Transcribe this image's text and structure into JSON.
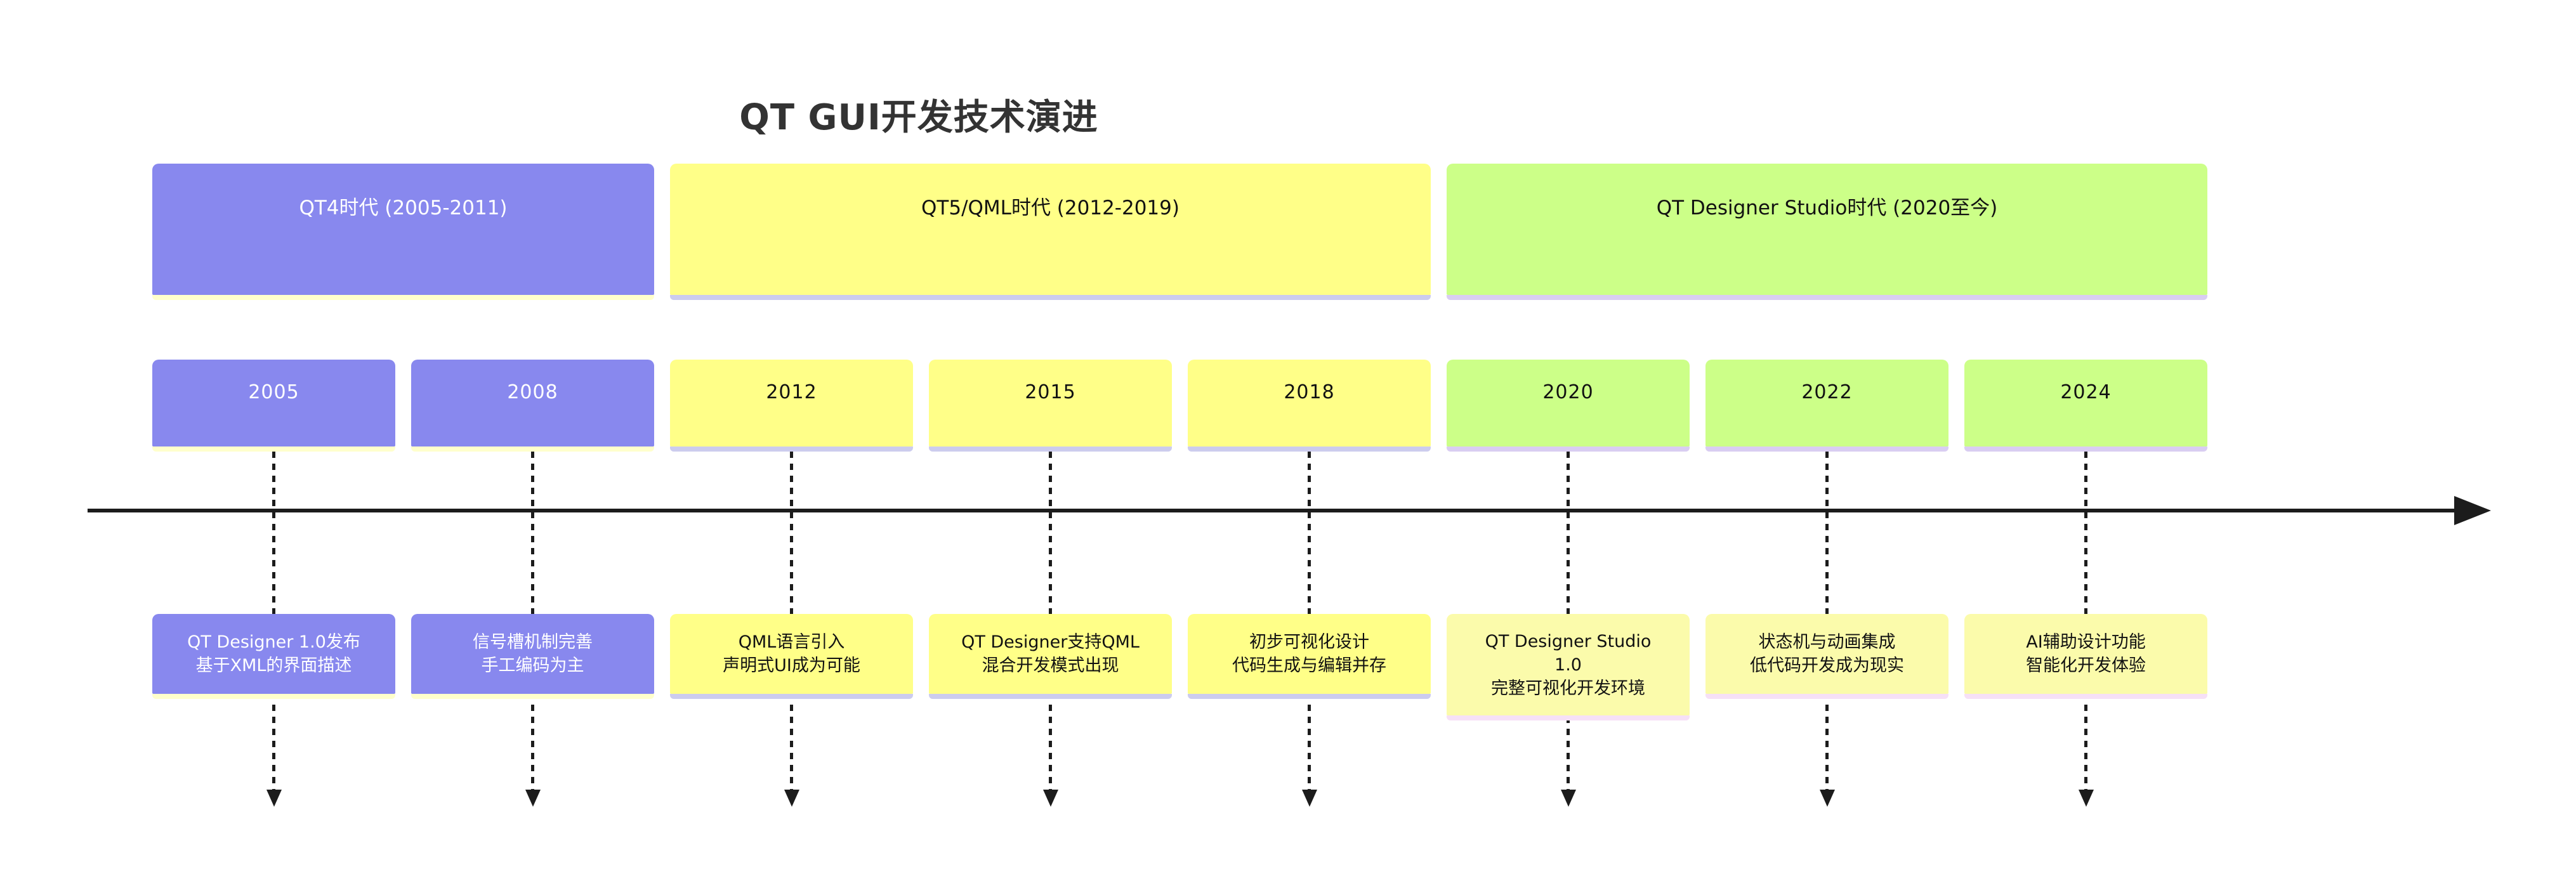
{
  "title": "QT GUI开发技术演进",
  "colors": {
    "purple": "#8888ee",
    "purple_shadow": "#ffffcc",
    "yellow": "#ffff88",
    "yellow_shadow": "#ccccee",
    "green": "#ccff88",
    "green_shadow": "#d9cdf2",
    "event_pale": "#fbfbab",
    "event_pale_shadow": "#f6e0f6",
    "axis": "#1c1c1c",
    "text_dark": "#111111",
    "text_light": "#ffffff",
    "text_title": "#333333"
  },
  "sections": [
    {
      "label": "QT4时代 (2005-2011)"
    },
    {
      "label": "QT5/QML时代 (2012-2019)"
    },
    {
      "label": "QT Designer Studio时代 (2020至今)"
    }
  ],
  "periods": [
    {
      "year": "2005",
      "event_lines": [
        "QT Designer 1.0发布",
        "基于XML的界面描述"
      ]
    },
    {
      "year": "2008",
      "event_lines": [
        "信号槽机制完善",
        "手工编码为主"
      ]
    },
    {
      "year": "2012",
      "event_lines": [
        "QML语言引入",
        "声明式UI成为可能"
      ]
    },
    {
      "year": "2015",
      "event_lines": [
        "QT Designer支持QML",
        "混合开发模式出现"
      ]
    },
    {
      "year": "2018",
      "event_lines": [
        "初步可视化设计",
        "代码生成与编辑并存"
      ]
    },
    {
      "year": "2020",
      "event_lines": [
        "QT Designer Studio",
        "1.0",
        "完整可视化开发环境"
      ]
    },
    {
      "year": "2022",
      "event_lines": [
        "状态机与动画集成",
        "低代码开发成为现实"
      ]
    },
    {
      "year": "2024",
      "event_lines": [
        "AI辅助设计功能",
        "智能化开发体验"
      ]
    }
  ]
}
